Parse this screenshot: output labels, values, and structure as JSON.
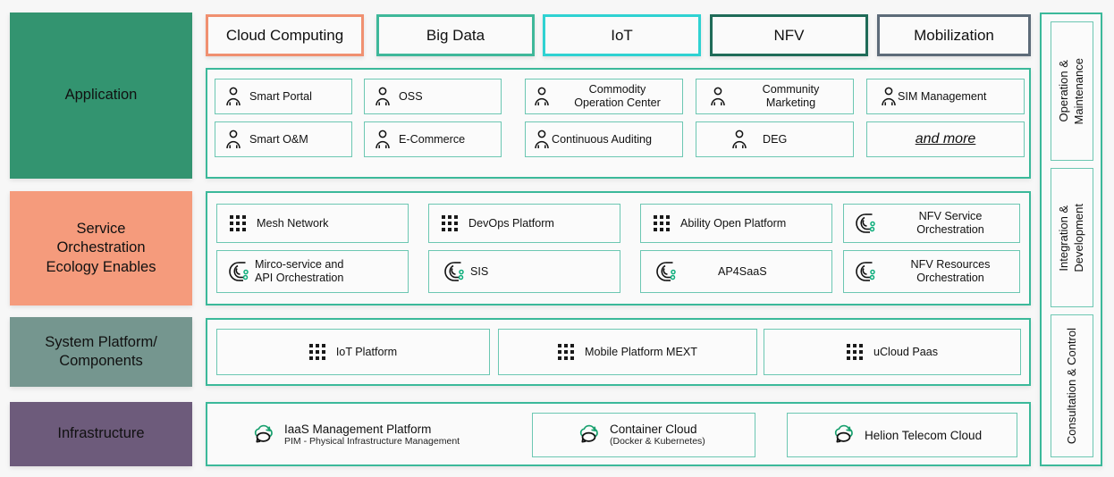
{
  "layers": [
    {
      "id": "application",
      "label": "Application",
      "color": "#339470"
    },
    {
      "id": "service-orchestration",
      "label": "Service\nOrchestration\nEcology Enables",
      "color": "#f59b7c"
    },
    {
      "id": "system-platform",
      "label": "System Platform/\nComponents",
      "color": "#75968f"
    },
    {
      "id": "infrastructure",
      "label": "Infrastructure",
      "color": "#6d5b7b"
    }
  ],
  "tags": [
    {
      "label": "Cloud Computing",
      "color": "#f09070"
    },
    {
      "label": "Big Data",
      "color": "#3fb89a"
    },
    {
      "label": "IoT",
      "color": "#2fd2d2"
    },
    {
      "label": "NFV",
      "color": "#1f6b58"
    },
    {
      "label": "Mobilization",
      "color": "#5d6b79"
    }
  ],
  "application": {
    "row1": [
      {
        "label": "Smart Portal",
        "icon": "person-icon"
      },
      {
        "label": "OSS",
        "icon": "person-icon"
      },
      {
        "label": "Commodity\nOperation Center",
        "icon": "person-icon"
      },
      {
        "label": "Community\nMarketing",
        "icon": "person-icon"
      },
      {
        "label": "SIM Management",
        "icon": "person-icon"
      }
    ],
    "row2": [
      {
        "label": "Smart O&M",
        "icon": "person-icon"
      },
      {
        "label": "E-Commerce",
        "icon": "person-icon"
      },
      {
        "label": "Continuous Auditing",
        "icon": "person-icon"
      },
      {
        "label": "DEG",
        "icon": "person-icon"
      },
      {
        "label": "and more",
        "icon": "none"
      }
    ]
  },
  "service": {
    "row1": [
      {
        "label": "Mesh Network",
        "icon": "dot-grid-icon"
      },
      {
        "label": "DevOps Platform",
        "icon": "dot-grid-icon"
      },
      {
        "label": "Ability Open Platform",
        "icon": "dot-grid-icon"
      },
      {
        "label": "NFV Service\nOrchestration",
        "icon": "orchestration-icon"
      }
    ],
    "row2": [
      {
        "label": "Mirco-service and\nAPI Orchestration",
        "icon": "orchestration-icon"
      },
      {
        "label": "SIS",
        "icon": "orchestration-icon"
      },
      {
        "label": "AP4SaaS",
        "icon": "orchestration-icon"
      },
      {
        "label": "NFV Resources\nOrchestration",
        "icon": "orchestration-icon"
      }
    ]
  },
  "platform": {
    "items": [
      {
        "label": "IoT Platform",
        "icon": "dot-grid-icon"
      },
      {
        "label": "Mobile Platform MEXT",
        "icon": "dot-grid-icon"
      },
      {
        "label": "uCloud Paas",
        "icon": "dot-grid-icon"
      }
    ]
  },
  "infrastructure": {
    "items": [
      {
        "title": "IaaS Management Platform",
        "subtitle": "PIM - Physical Infrastructure Management",
        "icon": "cloud-refresh-icon",
        "bordered": false
      },
      {
        "title": "Container Cloud",
        "subtitle": "(Docker & Kubernetes)",
        "icon": "cloud-refresh-icon",
        "bordered": true
      },
      {
        "title": "Helion Telecom Cloud",
        "subtitle": "",
        "icon": "cloud-refresh-icon",
        "bordered": true
      }
    ]
  },
  "rail": {
    "items": [
      {
        "label": "Operation &\nMaintenance"
      },
      {
        "label": "Integration &\nDevelopment"
      },
      {
        "label": "Consultation & Control"
      }
    ]
  },
  "theme": {
    "panel_border": "#3bb99a",
    "card_border": "#6cc7b2",
    "icon_green": "#18a06e",
    "page_bg": "#f7f7f7"
  }
}
